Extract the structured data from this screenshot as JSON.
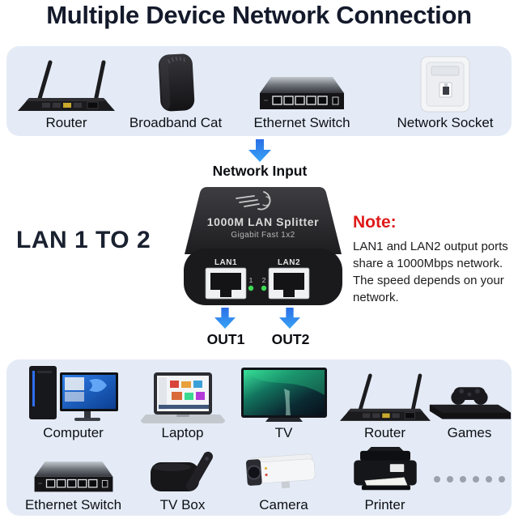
{
  "title": "Multiple Device Network Connection",
  "colors": {
    "panel_bg": "#e4ebf6",
    "arrow_blue": "#2f8df2",
    "note_red": "#e01a1a",
    "title_dark": "#141a2b",
    "led_green": "#3fda55"
  },
  "top_panel": {
    "items": [
      {
        "label": "Router",
        "icon": "router-icon"
      },
      {
        "label": "Broadband Cat",
        "icon": "modem-icon"
      },
      {
        "label": "Ethernet Switch",
        "icon": "ethernet-switch-icon"
      },
      {
        "label": "Network Socket",
        "icon": "network-socket-icon"
      }
    ]
  },
  "input_flow": {
    "label": "Network Input",
    "arrow": "down-arrow-icon"
  },
  "middle": {
    "heading": "LAN 1 TO 2",
    "splitter": {
      "title": "1000M LAN Splitter",
      "subtitle": "Gigabit Fast 1x2",
      "port1_label": "LAN1",
      "port2_label": "LAN2",
      "led1": "1",
      "led2": "2"
    },
    "note": {
      "title": "Note:",
      "body": "LAN1 and LAN2 output ports share a 1000Mbps network. The speed depends on your network."
    }
  },
  "outputs": {
    "out1": "OUT1",
    "out2": "OUT2"
  },
  "bottom_panel": {
    "row1": [
      {
        "label": "Computer",
        "icon": "desktop-computer-icon"
      },
      {
        "label": "Laptop",
        "icon": "laptop-icon"
      },
      {
        "label": "TV",
        "icon": "tv-icon"
      },
      {
        "label": "Router",
        "icon": "router-icon"
      },
      {
        "label": "Games",
        "icon": "game-console-icon"
      }
    ],
    "row2": [
      {
        "label": "Ethernet Switch",
        "icon": "ethernet-switch-icon"
      },
      {
        "label": "TV Box",
        "icon": "tv-box-icon"
      },
      {
        "label": "Camera",
        "icon": "security-camera-icon"
      },
      {
        "label": "Printer",
        "icon": "printer-icon"
      },
      {
        "label": "",
        "icon": "more-devices-dots-icon"
      }
    ]
  }
}
